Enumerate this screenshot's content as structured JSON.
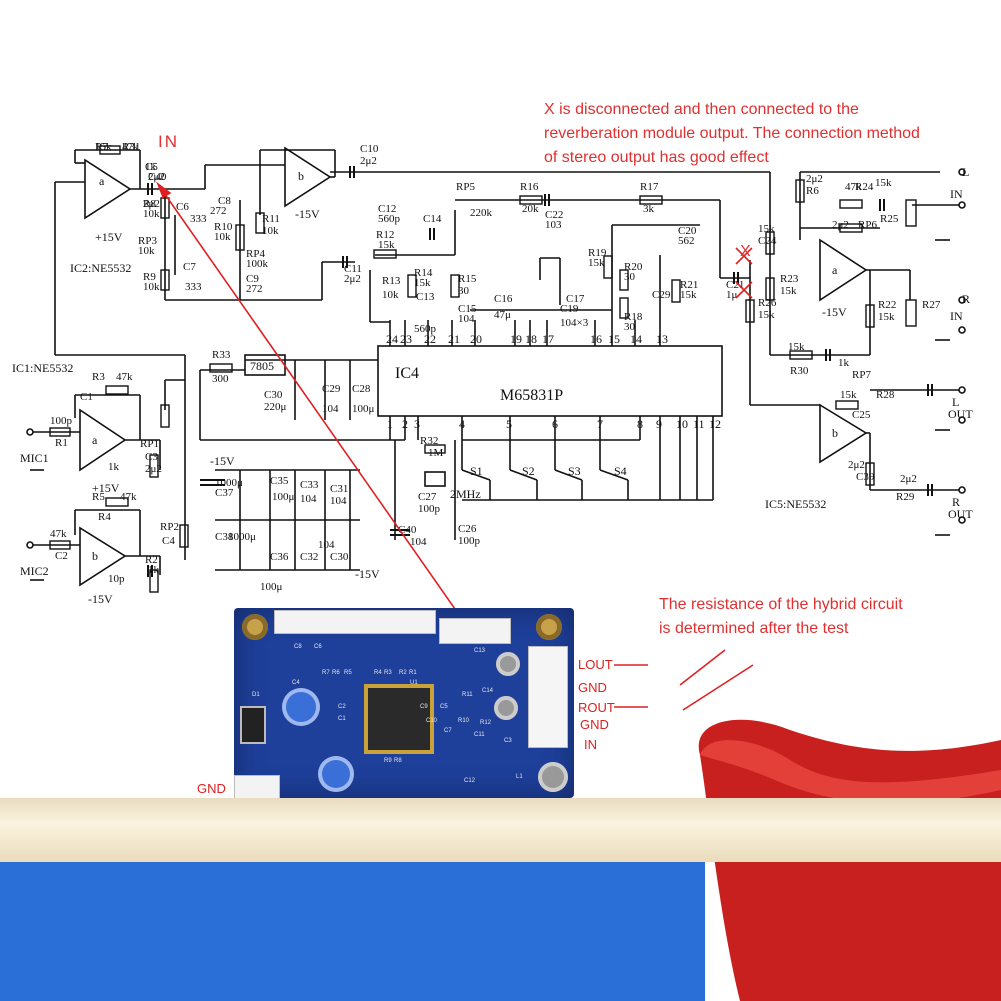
{
  "annotations": {
    "disconnect_note": [
      "X is disconnected and then connected to the",
      "reverberation module output. The connection method",
      "of stereo output has good effect"
    ],
    "resistance_note": [
      "The resistance of the hybrid circuit",
      "is determined after the test"
    ],
    "in_marker": "IN",
    "x_marker": "X",
    "colors": {
      "annotation": "#e03030",
      "pcb": "#1e3f9a",
      "bar_blue": "#2a6fd8",
      "bar_cream": "#f2e6c8",
      "cloth": "#c8201e"
    }
  },
  "pcb": {
    "pins": [
      "LOUT",
      "GND",
      "ROUT",
      "GND",
      "IN"
    ],
    "gnd_label": "GND",
    "silk": [
      "C8",
      "C6",
      "R7",
      "R6",
      "R5",
      "R4",
      "R3",
      "R2",
      "R1",
      "D1",
      "C4",
      "C2",
      "C1",
      "U1",
      "C13",
      "C14",
      "R11",
      "R10",
      "R12",
      "R9",
      "R8",
      "C9",
      "C10",
      "C11",
      "C12",
      "L1",
      "C3",
      "C5",
      "C7"
    ]
  },
  "schematic": {
    "ic_main": "IC4",
    "ic_main_part": "M65831P",
    "ic1": "IC1:NE5532",
    "ic2": "IC2:NE5532",
    "ic5": "IC5:NE5532",
    "regulator": "7805",
    "crystal": "2MHz",
    "pins_top": [
      "24",
      "23",
      "22",
      "21",
      "20",
      "19",
      "18",
      "17",
      "16",
      "15",
      "14",
      "13"
    ],
    "pins_bottom": [
      "1",
      "2",
      "3",
      "4",
      "5",
      "6",
      "7",
      "8",
      "9",
      "10",
      "11",
      "12"
    ],
    "switches": [
      "S1",
      "S2",
      "S3",
      "S4"
    ],
    "rails": [
      "+15V",
      "-15V",
      "+15V",
      "-15V",
      "-15V",
      "-15V",
      "-15V"
    ],
    "io_labels": [
      "MIC1",
      "MIC2",
      "L",
      "IN",
      "R",
      "IN",
      "L",
      "OUT",
      "R",
      "OUT"
    ],
    "opamp_units": [
      "a",
      "b",
      "a",
      "b",
      "a",
      "b"
    ],
    "components": [
      "R7",
      "47k",
      "C5",
      "2μ2",
      "R8",
      "10k",
      "C6",
      "333",
      "RP3",
      "10k",
      "R9",
      "10k",
      "C7",
      "333",
      "C8",
      "272",
      "R10",
      "10k",
      "R11",
      "10k",
      "RP4",
      "100k",
      "C9",
      "272",
      "C10",
      "2μ2",
      "C11",
      "2μ2",
      "R12",
      "15k",
      "C12",
      "560p",
      "C14",
      "RP5",
      "220k",
      "R16",
      "20k",
      "C22",
      "103",
      "R17",
      "3k",
      "C20",
      "562",
      "R19",
      "15k",
      "R20",
      "30",
      "R18",
      "30",
      "C29",
      "R21",
      "15k",
      "C21",
      "1μ",
      "R13",
      "10k",
      "R14",
      "15k",
      "C13",
      "560p",
      "R15",
      "30",
      "C15",
      "104",
      "C16",
      "47μ",
      "C17",
      "C19",
      "104×3",
      "R33",
      "300",
      "C30",
      "220μ",
      "C29",
      "104",
      "C28",
      "100μ",
      "R32",
      "1M",
      "C27",
      "100p",
      "C26",
      "100p",
      "C40",
      "104",
      "C37",
      "1000μ",
      "C35",
      "100μ",
      "C33",
      "104",
      "C31",
      "104",
      "C38",
      "1000μ",
      "C36",
      "C32",
      "104",
      "C30",
      "100μ",
      "R3",
      "47k",
      "C1",
      "100p",
      "R1",
      "1k",
      "RP1",
      "C3",
      "2μ2",
      "R5",
      "47k",
      "R4",
      "47k",
      "C2",
      "10p",
      "R2",
      "1k",
      "RP2",
      "C4",
      "2μ2",
      "R6",
      "47k",
      "R24",
      "15k",
      "R25",
      "15k",
      "C24",
      "2μ2",
      "RP6",
      "R23",
      "15k",
      "R26",
      "15k",
      "R22",
      "15k",
      "R27",
      "15k",
      "R30",
      "1k",
      "RP7",
      "R28",
      "15k",
      "C25",
      "2μ2",
      "C39",
      "2μ2",
      "R29",
      "15k",
      "R31",
      "1k",
      "C40",
      "2μ2"
    ]
  }
}
